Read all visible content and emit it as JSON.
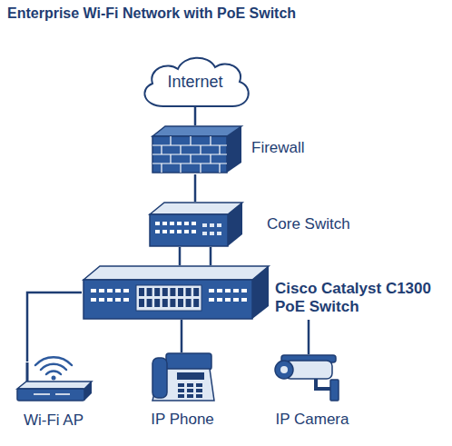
{
  "diagram": {
    "title": "Enterprise Wi-Fi Network with PoE Switch",
    "nodes": [
      {
        "text": [
          "Internet"
        ]
      },
      {
        "text": [
          "Firewall"
        ]
      },
      {
        "text": [
          "Core Switch"
        ]
      },
      {
        "text": [
          "Cisco Catalyst C1300 PoE Switch"
        ]
      },
      {
        "text": [
          "Wi-Fi AP"
        ]
      },
      {
        "text": [
          "IP Phone"
        ]
      },
      {
        "text": [
          "IP Camera"
        ]
      }
    ],
    "edges": [
      {
        "from": 0,
        "to": 1,
        "arrow": "none"
      },
      {
        "from": 1,
        "to": 2,
        "arrow": "none"
      },
      {
        "from": 2,
        "to": 3,
        "arrow": "none"
      },
      {
        "from": 2,
        "to": 3,
        "arrow": "none"
      },
      {
        "from": 3,
        "to": 4,
        "arrow": "none"
      },
      {
        "from": 3,
        "to": 5,
        "arrow": "none"
      },
      {
        "from": 3,
        "to": 6,
        "arrow": "none"
      }
    ]
  }
}
